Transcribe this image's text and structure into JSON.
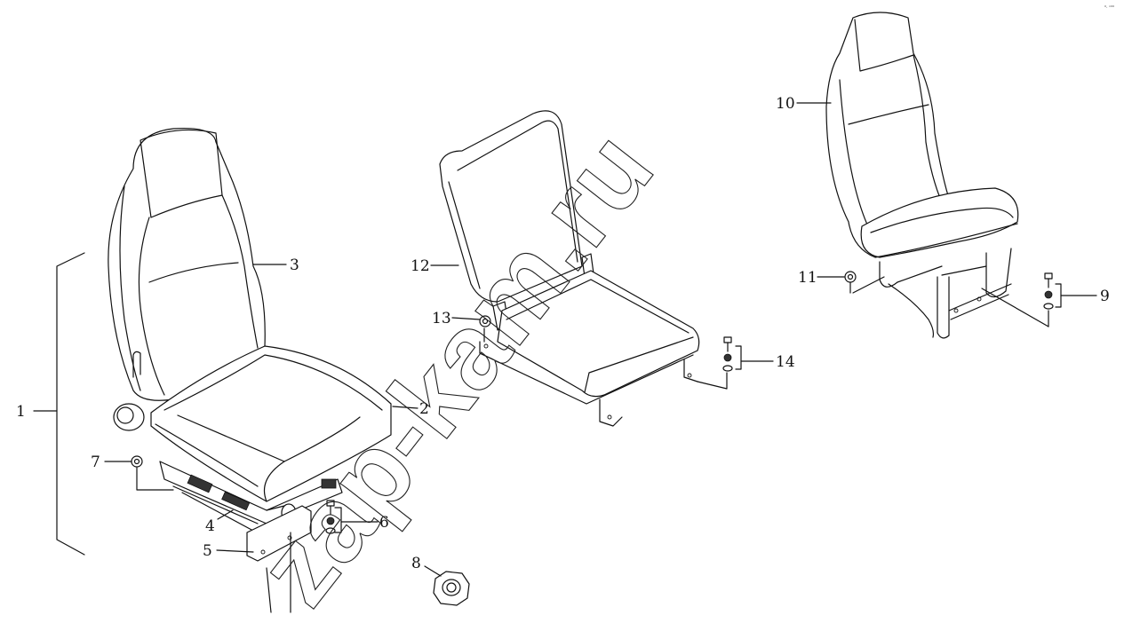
{
  "watermark": "zap-kam.ru",
  "corner_mark": "⁰· ⁿ⁰⁰",
  "callouts": [
    {
      "id": "1",
      "label": "1"
    },
    {
      "id": "2",
      "label": "2"
    },
    {
      "id": "3",
      "label": "3"
    },
    {
      "id": "4",
      "label": "4"
    },
    {
      "id": "5",
      "label": "5"
    },
    {
      "id": "6",
      "label": "6"
    },
    {
      "id": "7",
      "label": "7"
    },
    {
      "id": "8",
      "label": "8"
    },
    {
      "id": "9",
      "label": "9"
    },
    {
      "id": "10",
      "label": "10"
    },
    {
      "id": "11",
      "label": "11"
    },
    {
      "id": "12",
      "label": "12"
    },
    {
      "id": "13",
      "label": "13"
    },
    {
      "id": "14",
      "label": "14"
    }
  ]
}
